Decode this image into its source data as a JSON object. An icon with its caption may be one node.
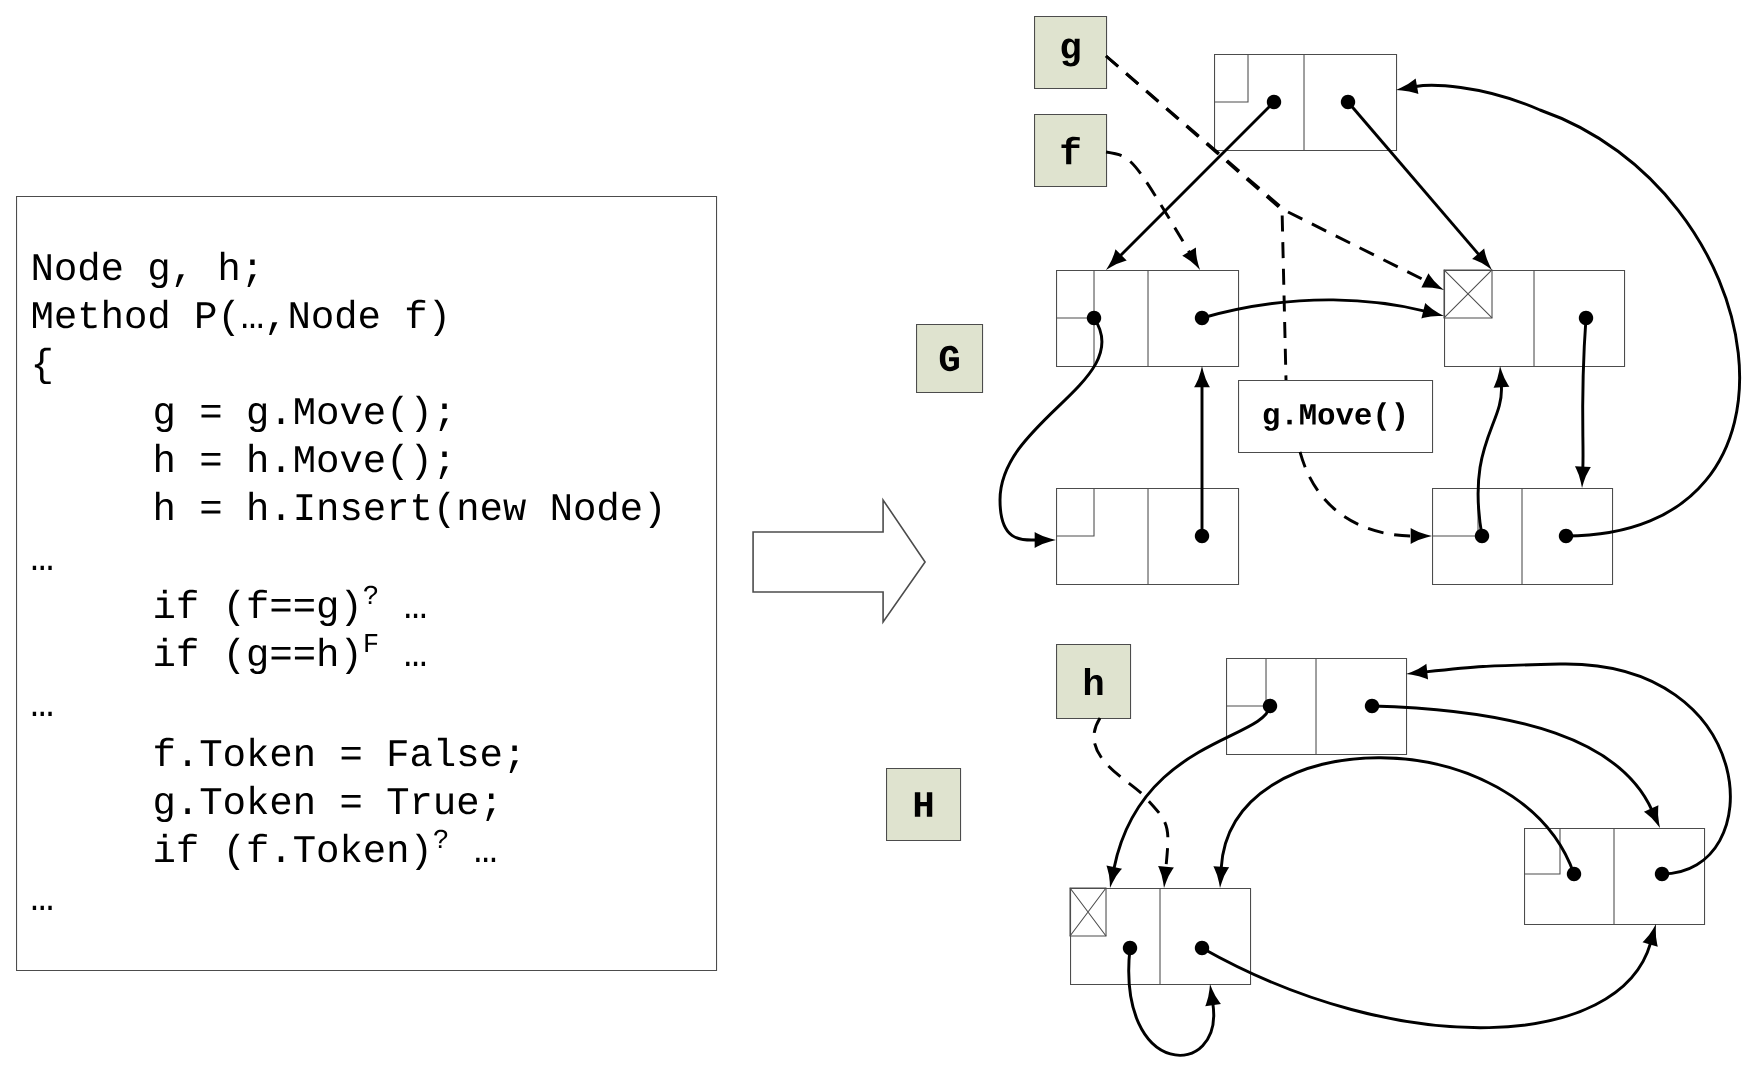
{
  "diagram": {
    "nodes": [
      {
        "text": [
          "Node g, h;",
          "Method P(…,Node f)",
          "{",
          "g = g.Move();",
          "h = h.Move();",
          "h = h.Insert(new Node)",
          "…",
          "if (f==g)$^{?}$ …",
          "if (g==h)$^{F}$ …",
          "…",
          "f.Token = False;",
          "g.Token = True;",
          "if (f.Token)$^{?}$ …",
          "…"
        ]
      },
      {
        "text": [
          "G"
        ]
      },
      {
        "text": [
          "H"
        ]
      },
      {
        "text": [
          "g"
        ]
      },
      {
        "text": [
          "f"
        ]
      },
      {
        "text": [
          "h"
        ]
      },
      {
        "text": [
          "g.Move()"
        ]
      },
      {
        "text": [],
        "shape": "box"
      },
      {
        "text": [],
        "shape": "box"
      },
      {
        "text": [],
        "shape": "box"
      },
      {
        "text": [],
        "shape": "box"
      },
      {
        "text": [],
        "shape": "box"
      },
      {
        "text": [],
        "shape": "box"
      },
      {
        "text": [],
        "shape": "box"
      },
      {
        "text": [],
        "shape": "box"
      }
    ],
    "edges": [
      {
        "from": 3,
        "to": 9,
        "arrow": "to",
        "style": "dashed"
      },
      {
        "from": 4,
        "to": 8,
        "arrow": "to",
        "style": "dashed"
      },
      {
        "from": 6,
        "to": 11,
        "arrow": "to",
        "style": "dashed"
      },
      {
        "from": 7,
        "to": 8,
        "arrow": "to"
      },
      {
        "from": 7,
        "to": 9,
        "arrow": "to"
      },
      {
        "from": 11,
        "to": 7,
        "arrow": "to"
      },
      {
        "from": 8,
        "to": 9,
        "arrow": "to"
      },
      {
        "from": 8,
        "to": 10,
        "arrow": "to"
      },
      {
        "from": 10,
        "to": 8,
        "arrow": "to"
      },
      {
        "from": 9,
        "to": 11,
        "arrow": "to"
      },
      {
        "from": 11,
        "to": 9,
        "arrow": "to"
      },
      {
        "from": 5,
        "to": 14,
        "arrow": "to",
        "style": "dashed"
      },
      {
        "from": 12,
        "to": 14,
        "arrow": "to"
      },
      {
        "from": 12,
        "to": 13,
        "arrow": "to"
      },
      {
        "from": 13,
        "to": 12,
        "arrow": "to"
      },
      {
        "from": 13,
        "to": 14,
        "arrow": "to"
      },
      {
        "from": 14,
        "to": 13,
        "arrow": "to"
      },
      {
        "from": 14,
        "to": 14,
        "arrow": "to"
      },
      {
        "from": 0,
        "to": null,
        "arrow": "to"
      },
      {
        "from": 3,
        "to": 6,
        "arrow": "none",
        "style": "dashed"
      }
    ]
  }
}
